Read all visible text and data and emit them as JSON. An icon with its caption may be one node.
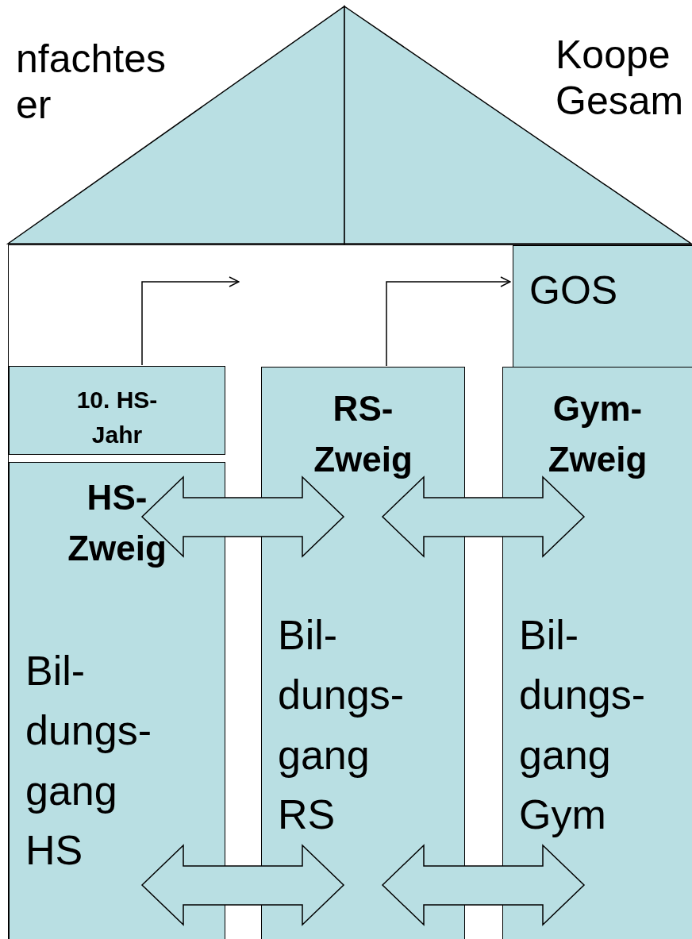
{
  "diagram": {
    "nodes": [
      {
        "text": [],
        "shape": "triangle"
      },
      {
        "text": [],
        "shape": "triangle"
      },
      {
        "text": [],
        "shape": "box"
      },
      {
        "text": [
          "GOS"
        ],
        "in": 2
      },
      {
        "text": [
          "10. HS- Jahr"
        ],
        "in": 2
      },
      {
        "text": [
          "RS- Zweig",
          "Bil- dungs- gang RS"
        ],
        "in": 2
      },
      {
        "text": [
          "Gym- Zweig",
          "Bil- dungs- gang Gym"
        ],
        "in": 2
      },
      {
        "text": [
          "HS- Zweig",
          "Bil- dungs- gang HS"
        ],
        "in": 2
      }
    ],
    "edges": [
      {
        "from": 4,
        "to": null,
        "arrow": "to"
      },
      {
        "from": 5,
        "to": 3,
        "arrow": "to"
      },
      {
        "from": 7,
        "to": 5,
        "arrow": "both"
      },
      {
        "from": 5,
        "to": 6,
        "arrow": "both"
      },
      {
        "from": 7,
        "to": 5,
        "arrow": "both"
      },
      {
        "from": 5,
        "to": 6,
        "arrow": "both"
      }
    ],
    "labels": [
      "nfachtes er",
      "Koope Gesam"
    ]
  }
}
